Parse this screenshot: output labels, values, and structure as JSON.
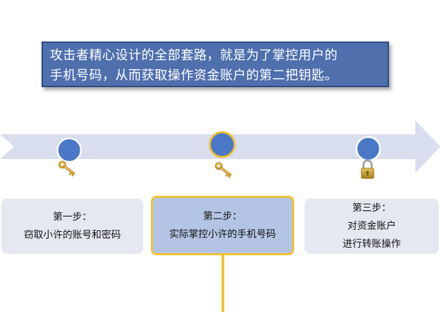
{
  "banner": {
    "line1": "攻击者精心设计的全部套路，就是为了掌控用户的",
    "line2": "手机号码，从而获取操作资金账户的第二把钥匙。"
  },
  "steps": [
    {
      "title": "第一步：",
      "lines": [
        "窃取小许的账号和密码"
      ],
      "icon": "key-icon",
      "highlighted": false
    },
    {
      "title": "第二步：",
      "lines": [
        "实际掌控小许的手机号码"
      ],
      "icon": "key-icon",
      "highlighted": true
    },
    {
      "title": "第三步：",
      "lines": [
        "对资金账户",
        "进行转账操作"
      ],
      "icon": "lock-icon",
      "highlighted": false
    }
  ],
  "colors": {
    "banner_bg": "#4f6fad",
    "arrow": "#d9deee",
    "node": "#4a78c7",
    "highlight": "#f1c232",
    "step_bg": "#e6e8f1",
    "step_active_bg": "#b4c4e4"
  }
}
